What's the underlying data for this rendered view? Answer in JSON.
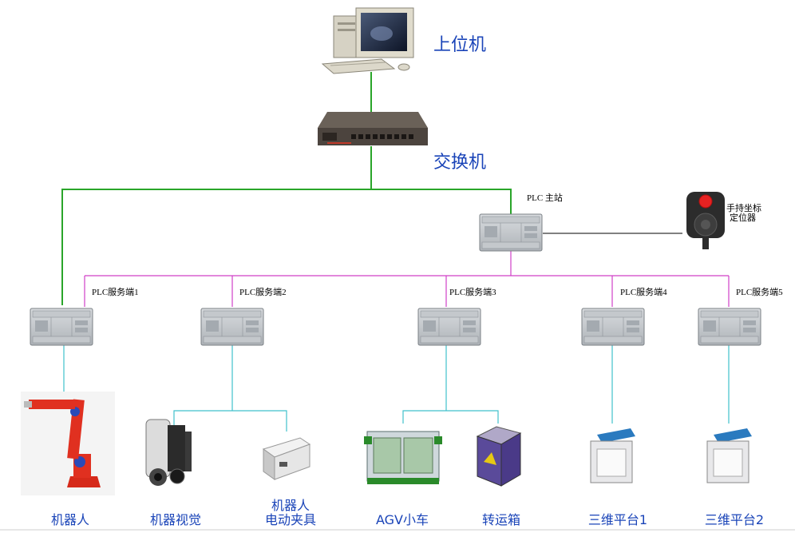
{
  "nodes": {
    "host_computer": "上位机",
    "switch": "交换机",
    "plc_master": "PLC 主站",
    "handheld_line1": "手持坐标",
    "handheld_line2": "定位器",
    "plc_servers": [
      "PLC服务端1",
      "PLC服务端2",
      "PLC服务端3",
      "PLC服务端4",
      "PLC服务端5"
    ]
  },
  "devices": {
    "robot": "机器人",
    "machine_vision": "机器视觉",
    "gripper_line1": "机器人",
    "gripper_line2": "电动夹具",
    "agv": "AGV小车",
    "transfer_box": "转运箱",
    "platform1": "三维平台1",
    "platform2": "三维平台2"
  },
  "colors": {
    "ethernet_link": "#2aa52a",
    "plc_bus": "#d040c8",
    "device_link": "#40c0cc",
    "handheld_link": "#000000",
    "label_blue": "#1a44b8"
  }
}
